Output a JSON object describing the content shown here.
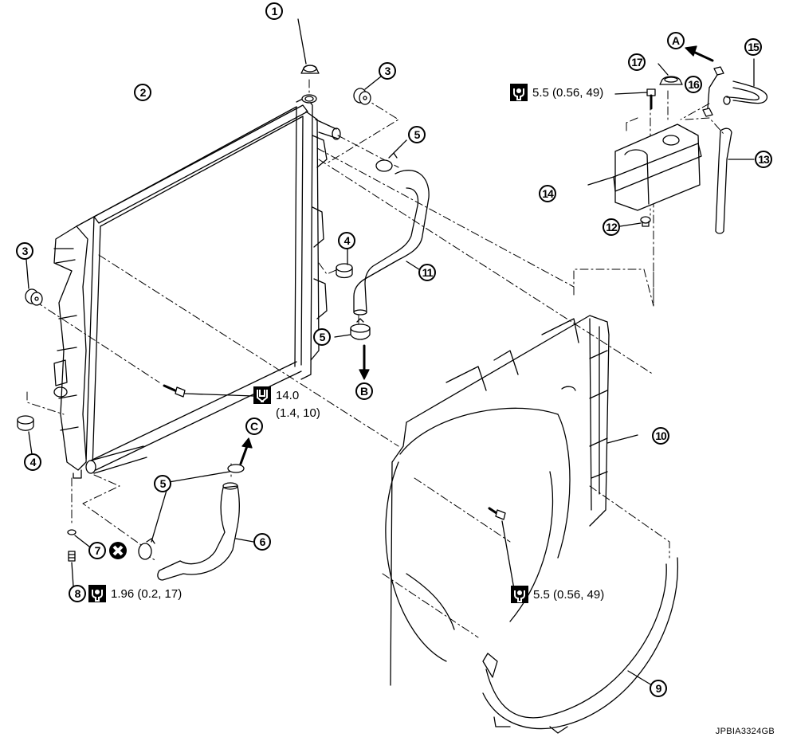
{
  "figure_code": "JPBIA3324GB",
  "callouts": [
    {
      "id": "1",
      "label": "1"
    },
    {
      "id": "2",
      "label": "2"
    },
    {
      "id": "3a",
      "label": "3"
    },
    {
      "id": "3b",
      "label": "3"
    },
    {
      "id": "4a",
      "label": "4"
    },
    {
      "id": "4b",
      "label": "4"
    },
    {
      "id": "5a",
      "label": "5"
    },
    {
      "id": "5b",
      "label": "5"
    },
    {
      "id": "5c",
      "label": "5"
    },
    {
      "id": "6",
      "label": "6"
    },
    {
      "id": "7",
      "label": "7"
    },
    {
      "id": "8",
      "label": "8"
    },
    {
      "id": "9",
      "label": "9"
    },
    {
      "id": "10",
      "label": "10"
    },
    {
      "id": "11",
      "label": "11"
    },
    {
      "id": "12",
      "label": "12"
    },
    {
      "id": "13",
      "label": "13"
    },
    {
      "id": "14",
      "label": "14"
    },
    {
      "id": "15",
      "label": "15"
    },
    {
      "id": "16",
      "label": "16"
    },
    {
      "id": "17",
      "label": "17"
    }
  ],
  "direction_markers": [
    {
      "id": "A",
      "label": "A",
      "arrow": "up-left"
    },
    {
      "id": "B",
      "label": "B",
      "arrow": "down"
    },
    {
      "id": "C",
      "label": "C",
      "arrow": "up"
    }
  ],
  "torques": {
    "reservoir_bolt": {
      "icon": "torque-wrench-icon",
      "value": "5.5 (0.56, 49)"
    },
    "radiator_bolt": {
      "icon": "torque-spanner-icon",
      "value_line1": "14.0",
      "value_line2": "(1.4, 10)"
    },
    "drain_plug": {
      "icon": "torque-wrench-icon",
      "value": "1.96 (0.2, 17)"
    },
    "shroud_bolt": {
      "icon": "torque-wrench-icon",
      "value": "5.5 (0.56, 49)"
    }
  },
  "symbols": {
    "non_reusable": "do-not-reuse-icon"
  }
}
